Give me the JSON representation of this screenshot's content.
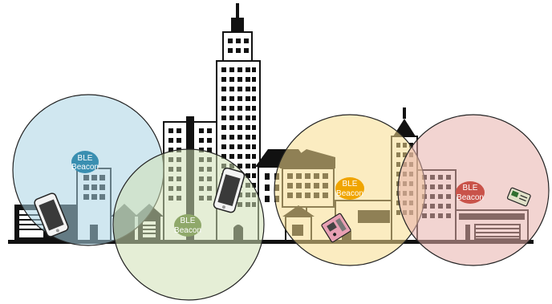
{
  "scene": {
    "beacons": [
      {
        "id": "blue",
        "line1": "BLE",
        "line2": "Beacon",
        "color": "#3a8fb1",
        "zone_color": "#a9d3e3"
      },
      {
        "id": "green",
        "line1": "BLE",
        "line2": "Beacon",
        "color": "#8fa86a",
        "zone_color": "#cfe0b4"
      },
      {
        "id": "yellow",
        "line1": "BLE",
        "line2": "Beacon",
        "color": "#f0a500",
        "zone_color": "#f8dc8e"
      },
      {
        "id": "red",
        "line1": "BLE",
        "line2": "Beacon",
        "color": "#c9534a",
        "zone_color": "#e7b0ac"
      }
    ],
    "devices": [
      "phone-blue-zone",
      "phone-green-zone",
      "sensor-module-yellow-zone",
      "card-reader-red-zone"
    ]
  }
}
